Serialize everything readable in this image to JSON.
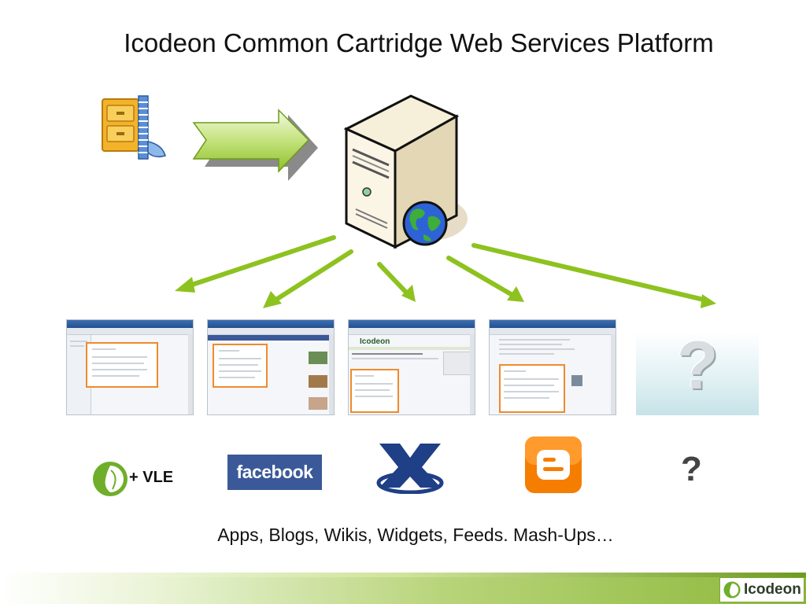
{
  "title": "Icodeon Common Cartridge Web Services Platform",
  "caption": "Apps, Blogs, Wikis, Widgets, Feeds. Mash-Ups…",
  "icons": {
    "zip": "compressed-archive-icon",
    "arrow": "right-arrow-icon",
    "server": "web-server-globe-icon"
  },
  "thumbnails": {
    "t3_brand": "Icodeon"
  },
  "platforms": {
    "vle_label": "+ VLE",
    "facebook_label": "facebook",
    "unknown_label": "?",
    "unknown_big": "?"
  },
  "footer": {
    "logo_label": "Icodeon"
  },
  "colors": {
    "arrow_green": "#8dc21f",
    "orange": "#f08a2c",
    "facebook_blue": "#3b5998",
    "blogger_orange": "#f57d00",
    "footer_green": "#8cb83a"
  }
}
